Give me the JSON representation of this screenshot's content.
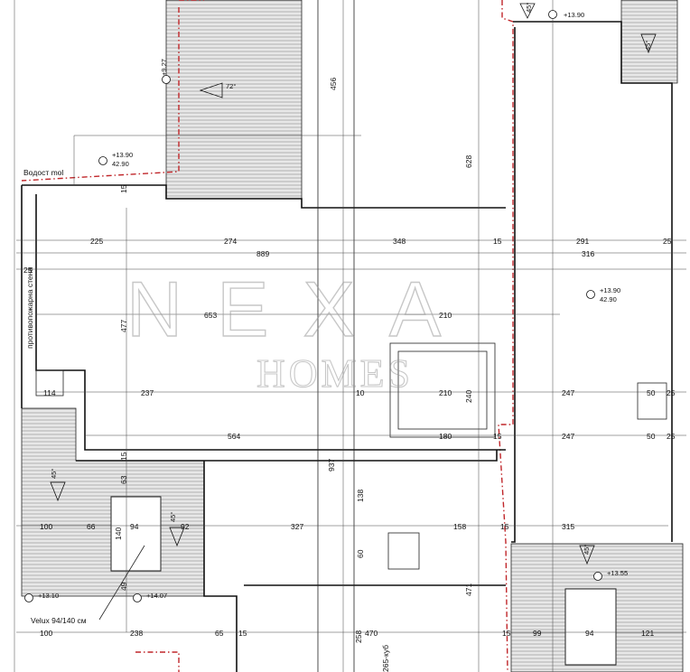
{
  "watermark": {
    "brand": "NEXA",
    "sub": "HOMES"
  },
  "notes": {
    "storage": "Вoдост mol",
    "shaft": "противопожарна стена",
    "velux": "Velux 94/140 см",
    "stair": "265-куб"
  },
  "elevations": [
    {
      "id": "e1",
      "top": "+9.27"
    },
    {
      "id": "e2",
      "top": "+13.90",
      "bottom": "42.90"
    },
    {
      "id": "e3",
      "top": "+13.90"
    },
    {
      "id": "e4",
      "top": "+13.90",
      "bottom": "42.90"
    },
    {
      "id": "e5",
      "top": "+13.10"
    },
    {
      "id": "e6",
      "top": "+14.07"
    },
    {
      "id": "e7",
      "top": "+13.55"
    }
  ],
  "roof_slopes": [
    "72°",
    "45°",
    "45°",
    "45°",
    "45°",
    "45°"
  ],
  "dims_h": {
    "r1": [
      "225",
      "274",
      "348",
      "15",
      "291",
      "25"
    ],
    "r2": [
      "25",
      "889",
      "316"
    ],
    "r3": [
      "653",
      "210"
    ],
    "r4": [
      "114",
      "237",
      "10",
      "210",
      "247",
      "50",
      "25"
    ],
    "r5": [
      "564",
      "180",
      "15",
      "247",
      "50",
      "25"
    ],
    "r6": [
      "100",
      "66",
      "94",
      "92",
      "327",
      "158",
      "15",
      "315"
    ],
    "r7": [
      "100",
      "238",
      "65",
      "15",
      "258",
      "470",
      "15",
      "99",
      "94",
      "121"
    ]
  },
  "dims_v": [
    "456",
    "628",
    "477",
    "15",
    "15",
    "63",
    "140",
    "49",
    "937",
    "138",
    "240",
    "60",
    "471"
  ]
}
